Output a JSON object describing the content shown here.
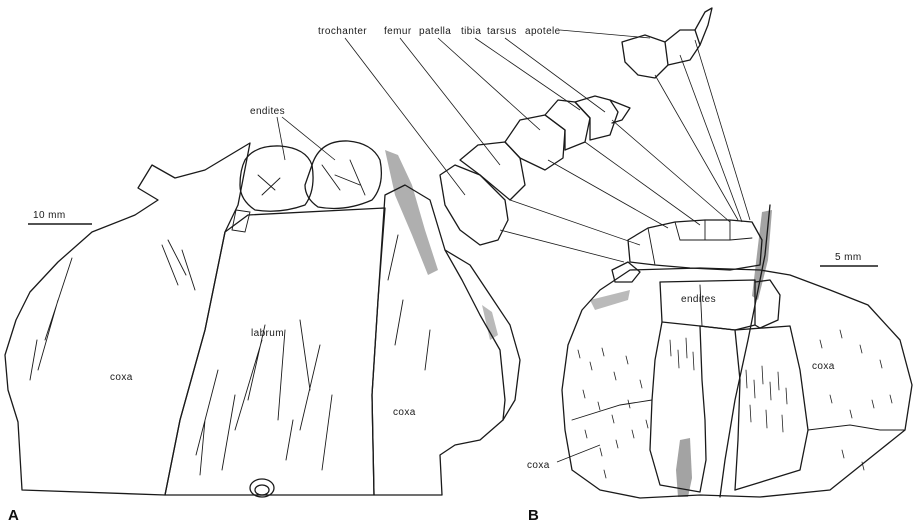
{
  "panels": {
    "a": "A",
    "b": "B"
  },
  "panel_a": {
    "scale": "10 mm",
    "labels": {
      "endites": "endites",
      "labrum": "labrum",
      "coxa_left": "coxa",
      "coxa_right": "coxa"
    }
  },
  "panel_b": {
    "scale": "5 mm",
    "labels": {
      "endites": "endites",
      "coxa_right": "coxa",
      "coxa_bottom": "coxa"
    }
  },
  "leg_segments": [
    "trochanter",
    "femur",
    "patella",
    "tibia",
    "tarsus",
    "apotele"
  ]
}
